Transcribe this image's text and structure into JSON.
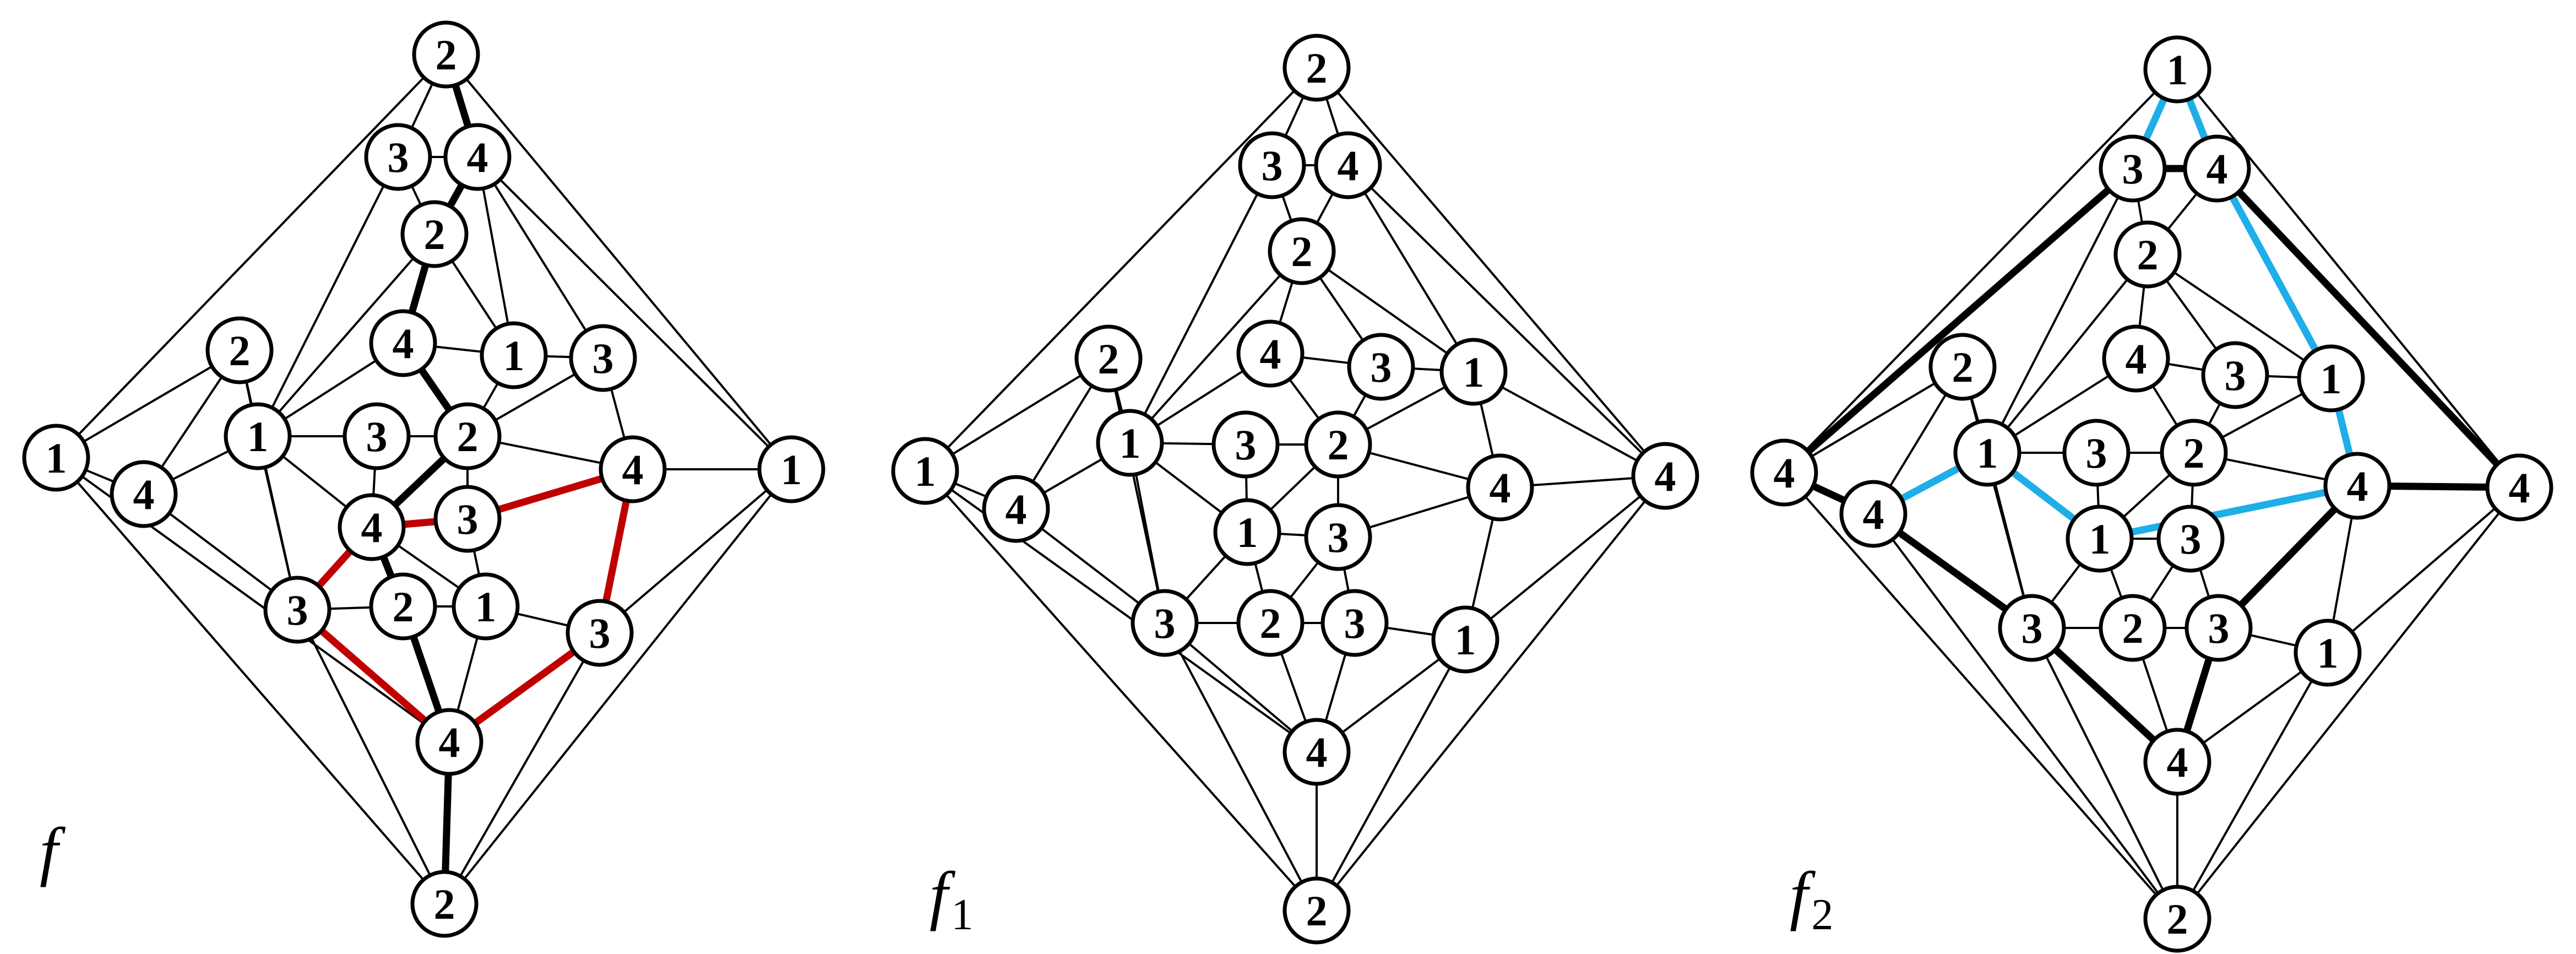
{
  "colors": {
    "thin": "#000000",
    "thick": "#000000",
    "red": "#c00000",
    "blue": "#1eaee8",
    "node_fill": "#ffffff"
  },
  "graphs": [
    {
      "label": "f",
      "sub": "",
      "nodes": [
        {
          "id": "a",
          "v": "2"
        },
        {
          "id": "b",
          "v": "3"
        },
        {
          "id": "c",
          "v": "4"
        },
        {
          "id": "d",
          "v": "2"
        },
        {
          "id": "e",
          "v": "2"
        },
        {
          "id": "g",
          "v": "4"
        },
        {
          "id": "h",
          "v": "1"
        },
        {
          "id": "i",
          "v": "3"
        },
        {
          "id": "j",
          "v": "1"
        },
        {
          "id": "k",
          "v": "3"
        },
        {
          "id": "l",
          "v": "2"
        },
        {
          "id": "m",
          "v": "1"
        },
        {
          "id": "n",
          "v": "4"
        },
        {
          "id": "o",
          "v": "4"
        },
        {
          "id": "p",
          "v": "1"
        },
        {
          "id": "q",
          "v": "4"
        },
        {
          "id": "r",
          "v": "3"
        },
        {
          "id": "s",
          "v": "3"
        },
        {
          "id": "t",
          "v": "2"
        },
        {
          "id": "u",
          "v": "1"
        },
        {
          "id": "w",
          "v": "3"
        },
        {
          "id": "x",
          "v": "4"
        },
        {
          "id": "y",
          "v": "2"
        }
      ]
    },
    {
      "label": "f",
      "sub": "1",
      "nodes": [
        {
          "id": "a",
          "v": "2"
        },
        {
          "id": "b",
          "v": "3"
        },
        {
          "id": "c",
          "v": "4"
        },
        {
          "id": "d",
          "v": "2"
        },
        {
          "id": "e",
          "v": "2"
        },
        {
          "id": "g",
          "v": "4"
        },
        {
          "id": "h",
          "v": "3"
        },
        {
          "id": "i",
          "v": "1"
        },
        {
          "id": "j",
          "v": "1"
        },
        {
          "id": "k",
          "v": "3"
        },
        {
          "id": "l",
          "v": "2"
        },
        {
          "id": "m",
          "v": "1"
        },
        {
          "id": "n",
          "v": "4"
        },
        {
          "id": "o",
          "v": "4"
        },
        {
          "id": "p",
          "v": "4"
        },
        {
          "id": "q",
          "v": "1"
        },
        {
          "id": "r",
          "v": "3"
        },
        {
          "id": "s",
          "v": "3"
        },
        {
          "id": "t",
          "v": "2"
        },
        {
          "id": "u",
          "v": "3"
        },
        {
          "id": "w",
          "v": "1"
        },
        {
          "id": "x",
          "v": "4"
        },
        {
          "id": "y",
          "v": "2"
        }
      ]
    },
    {
      "label": "f",
      "sub": "2",
      "nodes": [
        {
          "id": "a",
          "v": "1"
        },
        {
          "id": "b",
          "v": "3"
        },
        {
          "id": "c",
          "v": "4"
        },
        {
          "id": "d",
          "v": "2"
        },
        {
          "id": "e",
          "v": "2"
        },
        {
          "id": "g",
          "v": "4"
        },
        {
          "id": "h",
          "v": "3"
        },
        {
          "id": "i",
          "v": "1"
        },
        {
          "id": "j",
          "v": "1"
        },
        {
          "id": "k",
          "v": "3"
        },
        {
          "id": "l",
          "v": "2"
        },
        {
          "id": "m",
          "v": "4"
        },
        {
          "id": "n",
          "v": "4"
        },
        {
          "id": "o",
          "v": "4"
        },
        {
          "id": "p",
          "v": "4"
        },
        {
          "id": "q",
          "v": "1"
        },
        {
          "id": "r",
          "v": "3"
        },
        {
          "id": "s",
          "v": "3"
        },
        {
          "id": "t",
          "v": "2"
        },
        {
          "id": "u",
          "v": "3"
        },
        {
          "id": "w",
          "v": "1"
        },
        {
          "id": "x",
          "v": "4"
        },
        {
          "id": "y",
          "v": "2"
        }
      ]
    }
  ]
}
